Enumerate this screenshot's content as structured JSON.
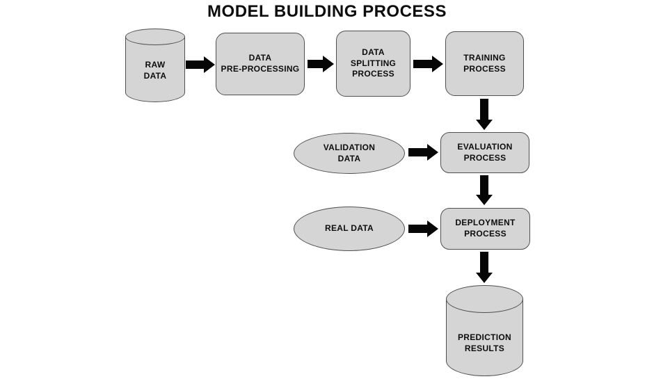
{
  "title": "MODEL BUILDING PROCESS",
  "colors": {
    "background": "#ffffff",
    "shape_fill": "#d5d5d5",
    "shape_border": "#4f4f4f",
    "arrow": "#060606",
    "text": "#0d0d0d"
  },
  "nodes": {
    "raw_data": {
      "type": "cylinder",
      "label": "RAW\nDATA"
    },
    "pre_processing": {
      "type": "process",
      "label": "DATA\nPRE-PROCESSING"
    },
    "data_splitting": {
      "type": "process",
      "label": "DATA\nSPLITTING\nPROCESS"
    },
    "training": {
      "type": "process",
      "label": "TRAINING\nPROCESS"
    },
    "validation_data": {
      "type": "ellipse",
      "label": "VALIDATION\nDATA"
    },
    "evaluation": {
      "type": "process",
      "label": "EVALUATION\nPROCESS"
    },
    "real_data": {
      "type": "ellipse",
      "label": "REAL DATA"
    },
    "deployment": {
      "type": "process",
      "label": "DEPLOYMENT\nPROCESS"
    },
    "prediction_results": {
      "type": "cylinder",
      "label": "PREDICTION\nRESULTS"
    }
  },
  "edges": [
    {
      "from": "raw_data",
      "to": "pre_processing"
    },
    {
      "from": "pre_processing",
      "to": "data_splitting"
    },
    {
      "from": "data_splitting",
      "to": "training"
    },
    {
      "from": "training",
      "to": "evaluation"
    },
    {
      "from": "validation_data",
      "to": "evaluation"
    },
    {
      "from": "evaluation",
      "to": "deployment"
    },
    {
      "from": "real_data",
      "to": "deployment"
    },
    {
      "from": "deployment",
      "to": "prediction_results"
    }
  ]
}
